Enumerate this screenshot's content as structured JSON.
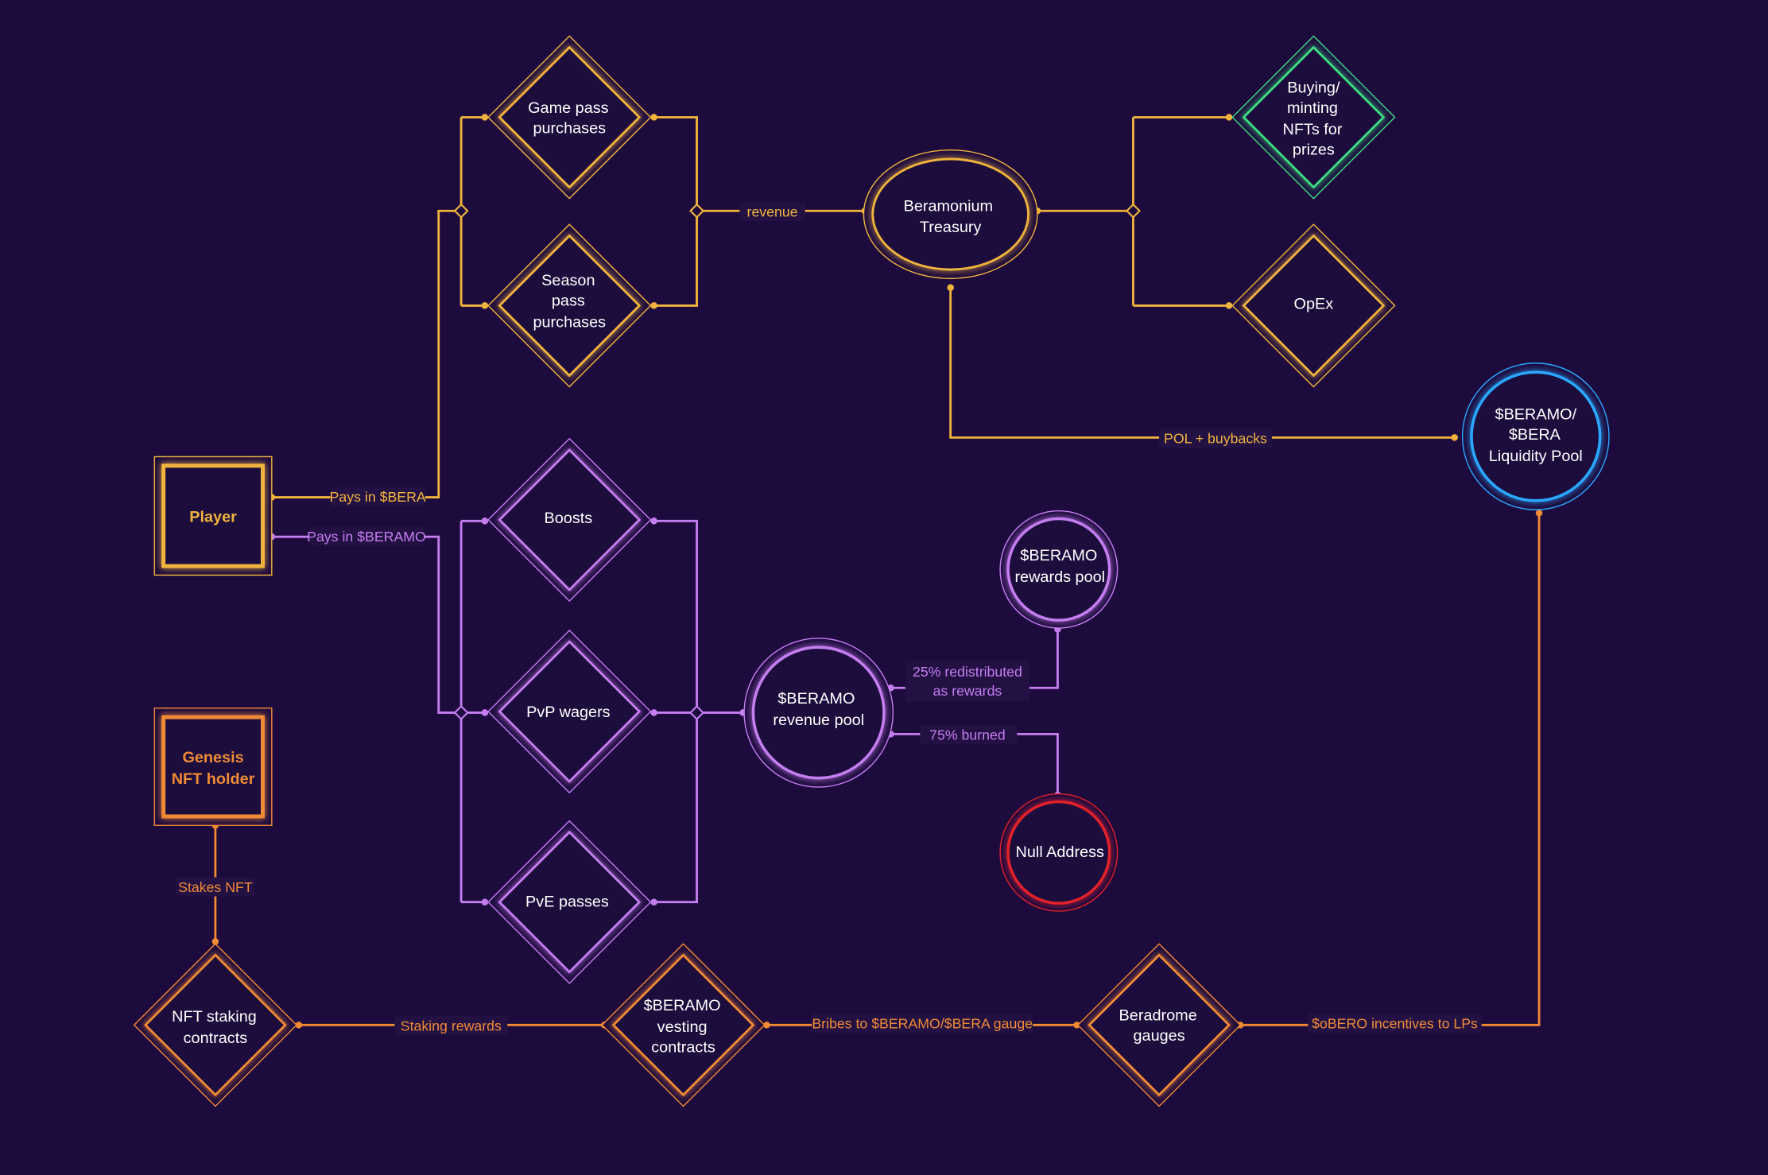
{
  "colors": {
    "background": "#1e0b3e",
    "gold": "#f0b43c",
    "purple": "#c47ef0",
    "orange": "#f08a35",
    "green": "#3ddc84",
    "blue": "#2aa8ff",
    "red": "#e0202a"
  },
  "nodes": {
    "player": "Player",
    "genesis": [
      "Genesis",
      "NFT holder"
    ],
    "game_pass": [
      "Game pass",
      "purchases"
    ],
    "season_pass": [
      "Season",
      "pass",
      "purchases"
    ],
    "treasury": [
      "Beramonium",
      "Treasury"
    ],
    "buying_nfts": [
      "Buying/",
      "minting",
      "NFTs for",
      "prizes"
    ],
    "opex": "OpEx",
    "liquidity_pool": [
      "$BERAMO/",
      "$BERA",
      "Liquidity Pool"
    ],
    "boosts": "Boosts",
    "pvp": "PvP wagers",
    "pve": "PvE passes",
    "revenue_pool": [
      "$BERAMO",
      "revenue pool"
    ],
    "rewards_pool": [
      "$BERAMO",
      "rewards pool"
    ],
    "null_address": "Null Address",
    "nft_staking": [
      "NFT staking",
      "contracts"
    ],
    "vesting": [
      "$BERAMO",
      "vesting",
      "contracts"
    ],
    "gauges": [
      "Beradrome",
      "gauges"
    ]
  },
  "edges": {
    "pays_bera": "Pays in $BERA",
    "pays_beramo": "Pays in $BERAMO",
    "revenue": "revenue",
    "pol": "POL + buybacks",
    "redistributed": [
      "25% redistributed",
      "as rewards"
    ],
    "burned": "75% burned",
    "stakes_nft": "Stakes NFT",
    "staking_rewards": "Staking rewards",
    "bribes": "Bribes to $BERAMO/$BERA gauge",
    "obero": "$oBERO incentives to LPs"
  }
}
